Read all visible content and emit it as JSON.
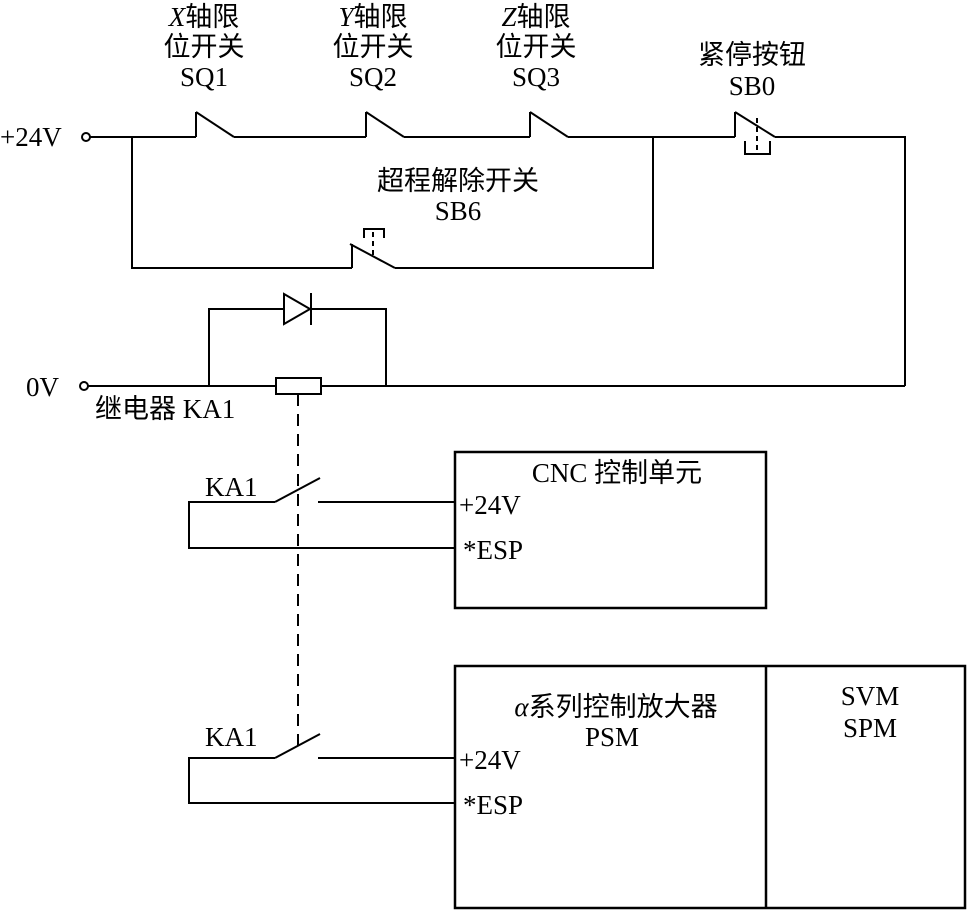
{
  "rails": {
    "positive": "+24V",
    "zero": "0V"
  },
  "limit_switches": [
    {
      "axis": "X",
      "line1_suffix": "轴限",
      "line2": "位开关",
      "tag": "SQ1"
    },
    {
      "axis": "Y",
      "line1_suffix": "轴限",
      "line2": "位开关",
      "tag": "SQ2"
    },
    {
      "axis": "Z",
      "line1_suffix": "轴限",
      "line2": "位开关",
      "tag": "SQ3"
    }
  ],
  "estop": {
    "name": "紧停按钮",
    "tag": "SB0"
  },
  "override": {
    "name": "超程解除开关",
    "tag": "SB6"
  },
  "relay": {
    "label": "继电器 KA1"
  },
  "contacts": [
    {
      "label": "KA1"
    },
    {
      "label": "KA1"
    }
  ],
  "cnc_unit": {
    "title": "CNC 控制单元",
    "pin1": "+24V",
    "pin2": "*ESP"
  },
  "amp_unit": {
    "alpha": "α",
    "title_rest": "系列控制放大器",
    "sub": "PSM",
    "pin1": "+24V",
    "pin2": "*ESP",
    "side_line1": "SVM",
    "side_line2": "SPM"
  }
}
